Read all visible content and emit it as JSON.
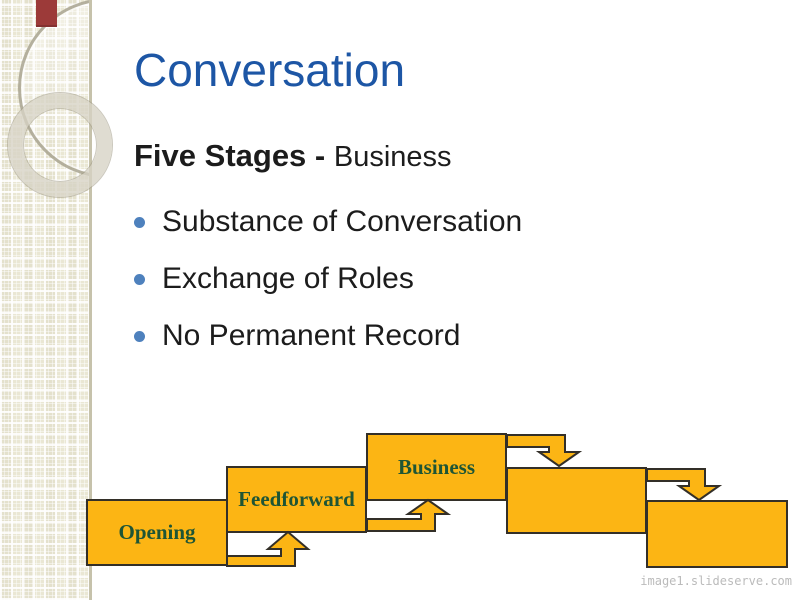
{
  "slide": {
    "title": "Conversation",
    "heading": {
      "bold": "Five Stages - ",
      "regular": "Business"
    },
    "bullets": [
      "Substance of Conversation",
      "Exchange of Roles",
      "No Permanent Record"
    ],
    "watermark": "image1.slideserve.com"
  },
  "diagram": {
    "type": "staircase-flow",
    "description": "Five stage boxes stepping up then down, linked by bent arrows",
    "stages": [
      {
        "label": "Opening"
      },
      {
        "label": "Feedforward"
      },
      {
        "label": "Business"
      },
      {
        "label": ""
      },
      {
        "label": ""
      }
    ],
    "arrows": [
      "bent-up",
      "bent-up",
      "bent-down",
      "bent-down"
    ],
    "colors": {
      "box_fill": "#FCB514",
      "box_border": "#332F28",
      "label_text": "#1E5535"
    }
  },
  "theme": {
    "title_color": "#1D56A5",
    "body_text_color": "#1C1C1C",
    "bullet_dot_color": "#4E81BD",
    "accent_red": "#9C3A39",
    "sidebar_bg": "#EAE7D4",
    "watermark_color": "#BBBBBB"
  }
}
